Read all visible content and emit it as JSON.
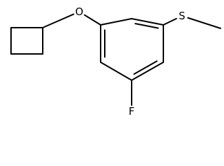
{
  "molecule": {
    "atoms": [
      {
        "id": "c1",
        "element": "C",
        "label": ""
      },
      {
        "id": "c2",
        "element": "C",
        "label": ""
      },
      {
        "id": "c3",
        "element": "C",
        "label": ""
      },
      {
        "id": "c4",
        "element": "C",
        "label": ""
      },
      {
        "id": "c5",
        "element": "C",
        "label": ""
      },
      {
        "id": "c6",
        "element": "C",
        "label": ""
      },
      {
        "id": "o",
        "element": "O",
        "label": "O"
      },
      {
        "id": "s",
        "element": "S",
        "label": "S"
      },
      {
        "id": "f",
        "element": "F",
        "label": "F"
      },
      {
        "id": "me",
        "element": "C",
        "label": ""
      },
      {
        "id": "cb1",
        "element": "C",
        "label": ""
      },
      {
        "id": "cb2",
        "element": "C",
        "label": ""
      },
      {
        "id": "cb3",
        "element": "C",
        "label": ""
      },
      {
        "id": "cb4",
        "element": "C",
        "label": ""
      }
    ],
    "bonds": [
      {
        "from": "c1",
        "to": "c2",
        "order": 2
      },
      {
        "from": "c2",
        "to": "c3",
        "order": 1
      },
      {
        "from": "c3",
        "to": "c4",
        "order": 2
      },
      {
        "from": "c4",
        "to": "c5",
        "order": 1
      },
      {
        "from": "c5",
        "to": "c6",
        "order": 2
      },
      {
        "from": "c6",
        "to": "c1",
        "order": 1
      },
      {
        "from": "c6",
        "to": "o",
        "order": 1
      },
      {
        "from": "o",
        "to": "cb1",
        "order": 1
      },
      {
        "from": "cb1",
        "to": "cb2",
        "order": 1
      },
      {
        "from": "cb2",
        "to": "cb3",
        "order": 1
      },
      {
        "from": "cb3",
        "to": "cb4",
        "order": 1
      },
      {
        "from": "cb4",
        "to": "cb1",
        "order": 1
      },
      {
        "from": "c2",
        "to": "s",
        "order": 1
      },
      {
        "from": "s",
        "to": "me",
        "order": 1
      },
      {
        "from": "c4",
        "to": "f",
        "order": 1
      }
    ]
  }
}
